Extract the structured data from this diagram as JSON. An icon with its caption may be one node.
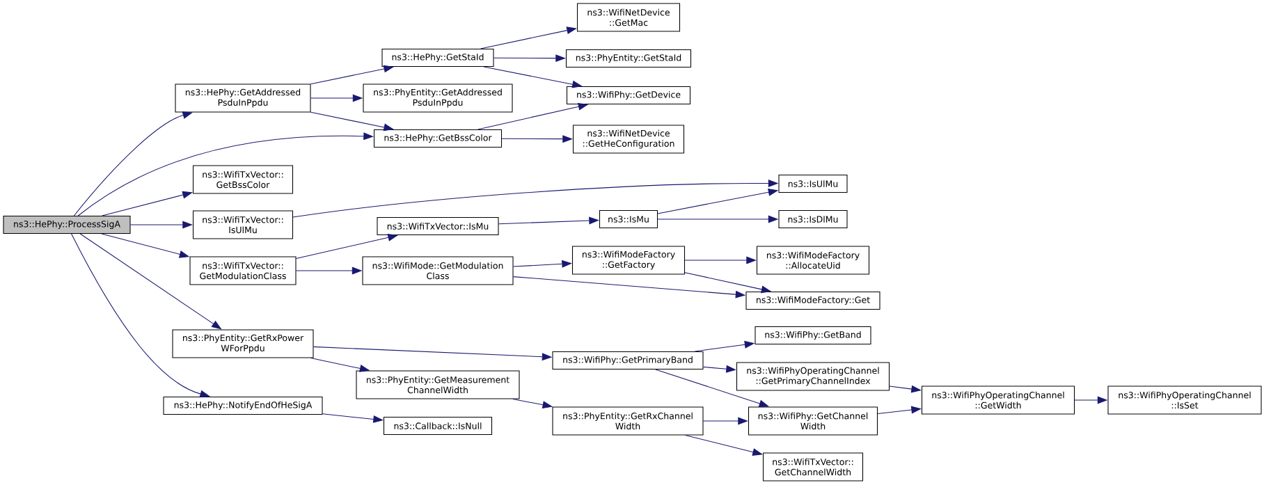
{
  "diagram": {
    "nodes": [
      {
        "text": [
          "ns3::HePhy::ProcessSigA"
        ]
      },
      {
        "text": [
          "ns3::HePhy::GetAddressed PsduInPpdu"
        ]
      },
      {
        "text": [
          "ns3::HePhy::GetStaId"
        ]
      },
      {
        "text": [
          "ns3::WifiNetDevice ::GetMac"
        ]
      },
      {
        "text": [
          "ns3::PhyEntity::GetStaId"
        ]
      },
      {
        "text": [
          "ns3::PhyEntity::GetAddressed PsduInPpdu"
        ]
      },
      {
        "text": [
          "ns3::WifiPhy::GetDevice"
        ]
      },
      {
        "text": [
          "ns3::HePhy::GetBssColor"
        ]
      },
      {
        "text": [
          "ns3::WifiNetDevice ::GetHeConfiguration"
        ]
      },
      {
        "text": [
          "ns3::WifiTxVector:: GetBssColor"
        ]
      },
      {
        "text": [
          "ns3::IsUlMu"
        ]
      },
      {
        "text": [
          "ns3::WifiTxVector:: IsUlMu"
        ]
      },
      {
        "text": [
          "ns3::WifiTxVector::IsMu"
        ]
      },
      {
        "text": [
          "ns3::IsMu"
        ]
      },
      {
        "text": [
          "ns3::IsDlMu"
        ]
      },
      {
        "text": [
          "ns3::WifiTxVector:: GetModulationClass"
        ]
      },
      {
        "text": [
          "ns3::WifiMode::GetModulation Class"
        ]
      },
      {
        "text": [
          "ns3::WifiModeFactory ::GetFactory"
        ]
      },
      {
        "text": [
          "ns3::WifiModeFactory ::AllocateUid"
        ]
      },
      {
        "text": [
          "ns3::WifiModeFactory::Get"
        ]
      },
      {
        "text": [
          "ns3::PhyEntity::GetRxPower WForPpdu"
        ]
      },
      {
        "text": [
          "ns3::WifiPhy::GetPrimaryBand"
        ]
      },
      {
        "text": [
          "ns3::WifiPhy::GetBand"
        ]
      },
      {
        "text": [
          "ns3::WifiPhyOperatingChannel ::GetPrimaryChannelIndex"
        ]
      },
      {
        "text": [
          "ns3::PhyEntity::GetMeasurement ChannelWidth"
        ]
      },
      {
        "text": [
          "ns3::HePhy::NotifyEndOfHeSigA"
        ]
      },
      {
        "text": [
          "ns3::Callback::IsNull"
        ]
      },
      {
        "text": [
          "ns3::PhyEntity::GetRxChannel Width"
        ]
      },
      {
        "text": [
          "ns3::WifiPhy::GetChannel Width"
        ]
      },
      {
        "text": [
          "ns3::WifiPhyOperatingChannel ::GetWidth"
        ]
      },
      {
        "text": [
          "ns3::WifiPhyOperatingChannel ::IsSet"
        ]
      },
      {
        "text": [
          "ns3::WifiTxVector:: GetChannelWidth"
        ]
      }
    ],
    "edges": [
      {
        "from": 0,
        "to": 1,
        "arrow": "to"
      },
      {
        "from": 0,
        "to": 7,
        "arrow": "to"
      },
      {
        "from": 0,
        "to": 9,
        "arrow": "to"
      },
      {
        "from": 0,
        "to": 11,
        "arrow": "to"
      },
      {
        "from": 0,
        "to": 15,
        "arrow": "to"
      },
      {
        "from": 0,
        "to": 20,
        "arrow": "to"
      },
      {
        "from": 0,
        "to": 25,
        "arrow": "to"
      },
      {
        "from": 1,
        "to": 2,
        "arrow": "to"
      },
      {
        "from": 1,
        "to": 5,
        "arrow": "to"
      },
      {
        "from": 1,
        "to": 7,
        "arrow": "to"
      },
      {
        "from": 2,
        "to": 3,
        "arrow": "to"
      },
      {
        "from": 2,
        "to": 4,
        "arrow": "to"
      },
      {
        "from": 2,
        "to": 6,
        "arrow": "to"
      },
      {
        "from": 7,
        "to": 6,
        "arrow": "to"
      },
      {
        "from": 7,
        "to": 8,
        "arrow": "to"
      },
      {
        "from": 11,
        "to": 10,
        "arrow": "to"
      },
      {
        "from": 15,
        "to": 12,
        "arrow": "to"
      },
      {
        "from": 15,
        "to": 16,
        "arrow": "to"
      },
      {
        "from": 12,
        "to": 13,
        "arrow": "to"
      },
      {
        "from": 13,
        "to": 10,
        "arrow": "to"
      },
      {
        "from": 13,
        "to": 14,
        "arrow": "to"
      },
      {
        "from": 16,
        "to": 17,
        "arrow": "to"
      },
      {
        "from": 16,
        "to": 19,
        "arrow": "to"
      },
      {
        "from": 17,
        "to": 18,
        "arrow": "to"
      },
      {
        "from": 17,
        "to": 19,
        "arrow": "to"
      },
      {
        "from": 20,
        "to": 21,
        "arrow": "to"
      },
      {
        "from": 20,
        "to": 24,
        "arrow": "to"
      },
      {
        "from": 21,
        "to": 22,
        "arrow": "to"
      },
      {
        "from": 21,
        "to": 23,
        "arrow": "to"
      },
      {
        "from": 21,
        "to": 28,
        "arrow": "to"
      },
      {
        "from": 23,
        "to": 29,
        "arrow": "to"
      },
      {
        "from": 24,
        "to": 27,
        "arrow": "to"
      },
      {
        "from": 25,
        "to": 26,
        "arrow": "to"
      },
      {
        "from": 27,
        "to": 28,
        "arrow": "to"
      },
      {
        "from": 27,
        "to": 31,
        "arrow": "to"
      },
      {
        "from": 28,
        "to": 29,
        "arrow": "to"
      },
      {
        "from": 29,
        "to": 30,
        "arrow": "to"
      }
    ]
  }
}
